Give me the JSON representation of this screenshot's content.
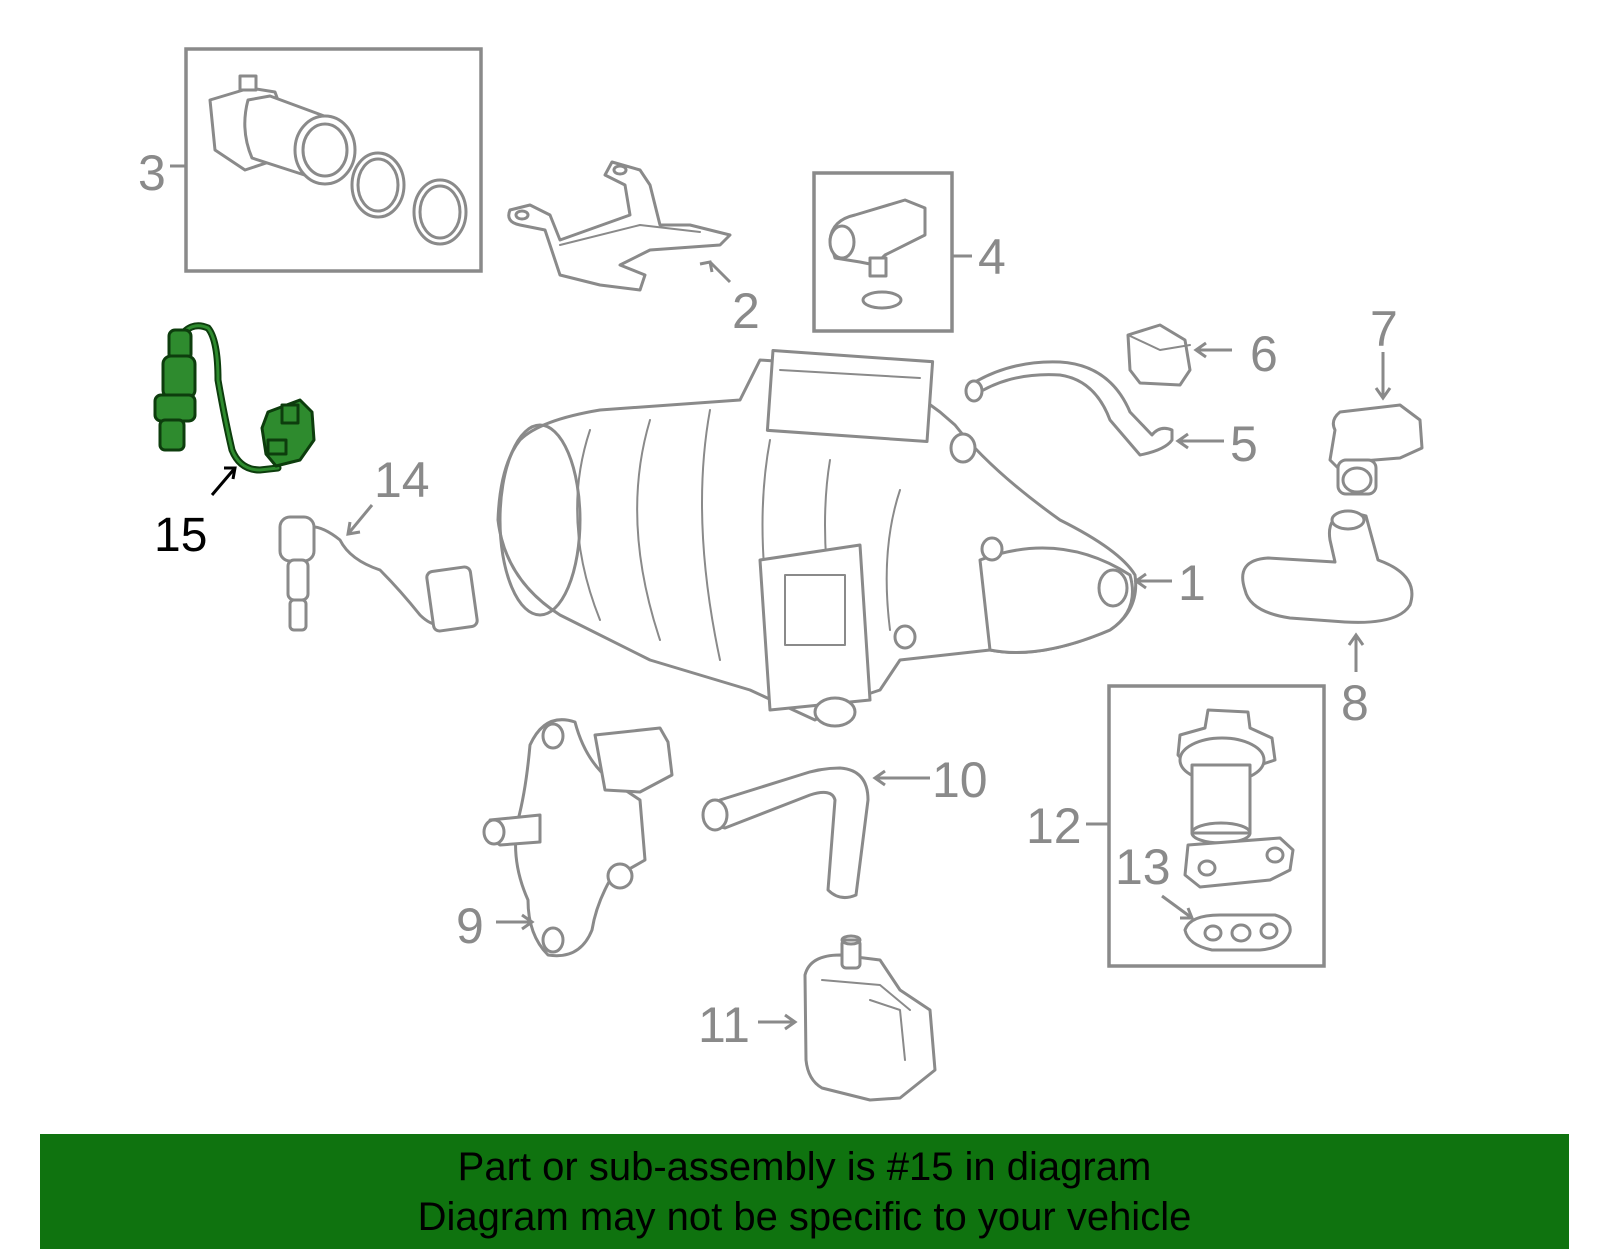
{
  "callouts": {
    "c1": "1",
    "c2": "2",
    "c3": "3",
    "c4": "4",
    "c5": "5",
    "c6": "6",
    "c7": "7",
    "c8": "8",
    "c9": "9",
    "c10": "10",
    "c11": "11",
    "c12": "12",
    "c13": "13",
    "c14": "14",
    "c15": "15"
  },
  "highlighted_part": "15",
  "colors": {
    "highlight_fill": "#2e8b2e",
    "line_gray": "#8a8a8a",
    "banner_bg": "#0f730f"
  },
  "banner": {
    "line1": "Part or sub-assembly is #15 in diagram",
    "line2": "Diagram may not be specific to your vehicle"
  }
}
